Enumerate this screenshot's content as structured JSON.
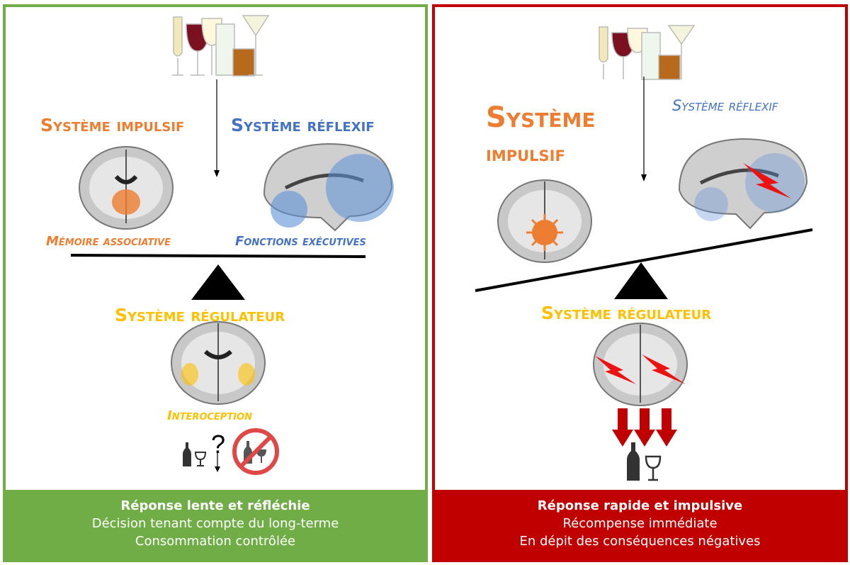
{
  "left": {
    "impulsive_title": "Système impulsif",
    "reflexive_title": "Système réflexif",
    "impulsive_caption": "Mémoire associative",
    "reflexive_caption": "Fonctions exécutives",
    "regulator_title": "Système régulateur",
    "regulator_caption": "Interoception",
    "question_mark": "?",
    "footer": {
      "line1": "Réponse lente et réfléchie",
      "line2": "Décision tenant compte du long-terme",
      "line3": "Consommation contrôlée"
    }
  },
  "right": {
    "impulsive_title_line1": "Système",
    "impulsive_title_line2": "impulsif",
    "reflexive_title": "Système réflexif",
    "regulator_title": "Système régulateur",
    "footer": {
      "line1": "Réponse rapide et impulsive",
      "line2": "Récompense immédiate",
      "line3": "En dépit des conséquences négatives"
    }
  },
  "colors": {
    "impulsive": "#ed7d31",
    "reflexive": "#4472c4",
    "regulator": "#ffc000",
    "good": "#70ad47",
    "bad": "#c00000"
  }
}
